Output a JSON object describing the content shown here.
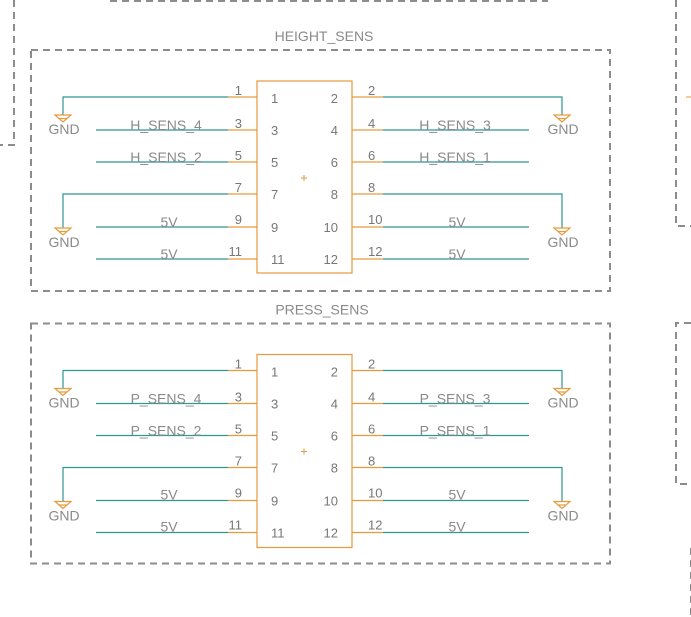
{
  "colors": {
    "background": "#ffffff",
    "frame": "#8c8c8c",
    "wire": "#2f9595",
    "component": "#e69a3c",
    "pin_text": "#777777",
    "label_text": "#8a8a8a"
  },
  "blocks": [
    {
      "title": "HEIGHT_SENS",
      "pins_left": [
        "1",
        "3",
        "5",
        "7",
        "9",
        "11"
      ],
      "pins_right": [
        "2",
        "4",
        "6",
        "8",
        "10",
        "12"
      ],
      "nets_left": [
        "GND",
        "H_SENS_4",
        "H_SENS_2",
        "GND",
        "5V",
        "5V"
      ],
      "nets_right": [
        "GND",
        "H_SENS_3",
        "H_SENS_1",
        "GND",
        "5V",
        "5V"
      ],
      "gnd_labels": [
        "GND",
        "GND",
        "GND",
        "GND"
      ]
    },
    {
      "title": "PRESS_SENS",
      "pins_left": [
        "1",
        "3",
        "5",
        "7",
        "9",
        "11"
      ],
      "pins_right": [
        "2",
        "4",
        "6",
        "8",
        "10",
        "12"
      ],
      "nets_left": [
        "GND",
        "P_SENS_4",
        "P_SENS_2",
        "GND",
        "5V",
        "5V"
      ],
      "nets_right": [
        "GND",
        "P_SENS_3",
        "P_SENS_1",
        "GND",
        "5V",
        "5V"
      ],
      "gnd_labels": [
        "GND",
        "GND",
        "GND",
        "GND"
      ]
    }
  ]
}
